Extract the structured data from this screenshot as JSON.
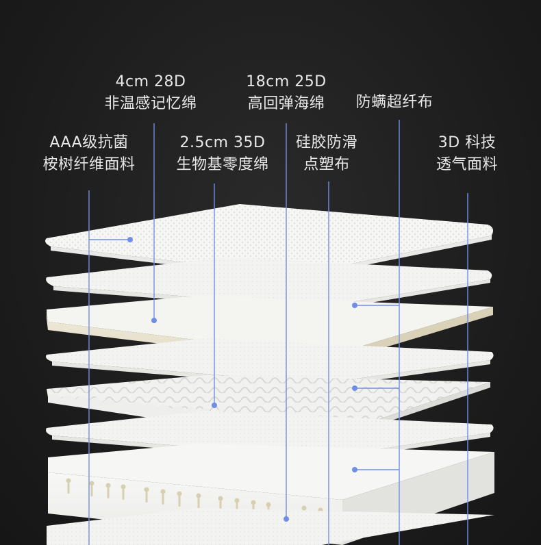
{
  "labels": {
    "memory_foam": {
      "line1": "4cm 28D",
      "line2": "非温感记忆绵"
    },
    "high_resilience": {
      "line1": "18cm 25D",
      "line2": "高回弹海绵"
    },
    "anti_mite": {
      "line1": "防螨超纤布"
    },
    "antibacterial": {
      "line1": "AAA级抗菌",
      "line2": "桉树纤维面料"
    },
    "bio_foam": {
      "line1": "2.5cm 35D",
      "line2": "生物基零度绵"
    },
    "silicone": {
      "line1": "硅胶防滑",
      "line2": "点塑布"
    },
    "breathable": {
      "line1": "3D 科技",
      "line2": "透气面料"
    }
  },
  "colors": {
    "background": "#1e1e1e",
    "text": "#e8e8e8",
    "leader_line": "#6f8fe6",
    "layer": "#f4f4f2",
    "layer_edge": "#e6e3da"
  }
}
